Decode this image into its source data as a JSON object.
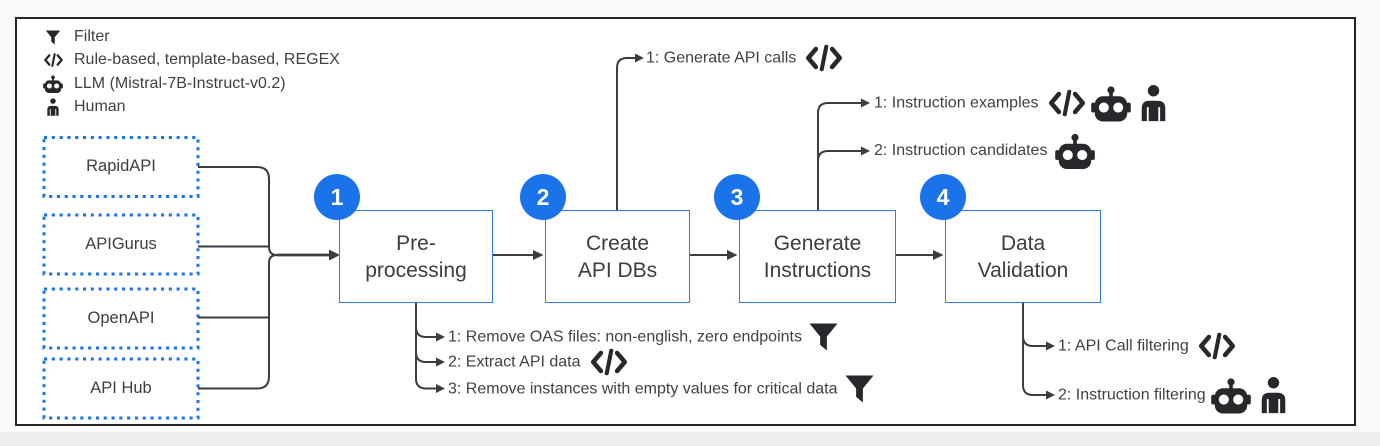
{
  "figure": {
    "type": "pipeline-diagram",
    "accent_blue": "#1a73e8",
    "box_border_blue": "#2e7de9",
    "line_color": "#3a3d41",
    "panel_border": "#212428"
  },
  "legend": {
    "items": [
      {
        "icon": "filter-icon",
        "label": "Filter"
      },
      {
        "icon": "code-icon",
        "label": "Rule-based, template-based, REGEX"
      },
      {
        "icon": "llm-icon",
        "label": "LLM (Mistral-7B-Instruct-v0.2)"
      },
      {
        "icon": "human-icon",
        "label": "Human"
      }
    ]
  },
  "sources": [
    {
      "label": "RapidAPI"
    },
    {
      "label": "APIGurus"
    },
    {
      "label": "OpenAPI"
    },
    {
      "label": "API Hub"
    }
  ],
  "steps": [
    {
      "number": "1",
      "line1": "Pre-",
      "line2": "processing"
    },
    {
      "number": "2",
      "line1": "Create",
      "line2": "API DBs"
    },
    {
      "number": "3",
      "line1": "Generate",
      "line2": "Instructions"
    },
    {
      "number": "4",
      "line1": "Data",
      "line2": "Validation"
    }
  ],
  "annotations": {
    "top_step2": [
      {
        "text": "1: Generate API calls",
        "icons": [
          "code-icon"
        ]
      }
    ],
    "top_step3": [
      {
        "text": "1: Instruction examples",
        "icons": [
          "code-icon",
          "llm-icon",
          "human-icon"
        ]
      },
      {
        "text": "2: Instruction candidates",
        "icons": [
          "llm-icon"
        ]
      }
    ],
    "bottom_step1": [
      {
        "text": "1: Remove OAS files: non-english, zero endpoints",
        "icons": [
          "filter-icon"
        ]
      },
      {
        "text": "2: Extract API data",
        "icons": [
          "code-icon"
        ]
      },
      {
        "text": "3: Remove instances with empty values for critical data",
        "icons": [
          "filter-icon"
        ]
      }
    ],
    "bottom_step4": [
      {
        "text": "1: API Call filtering",
        "icons": [
          "code-icon"
        ]
      },
      {
        "text": "2: Instruction filtering",
        "icons": [
          "llm-icon",
          "human-icon"
        ]
      }
    ]
  }
}
